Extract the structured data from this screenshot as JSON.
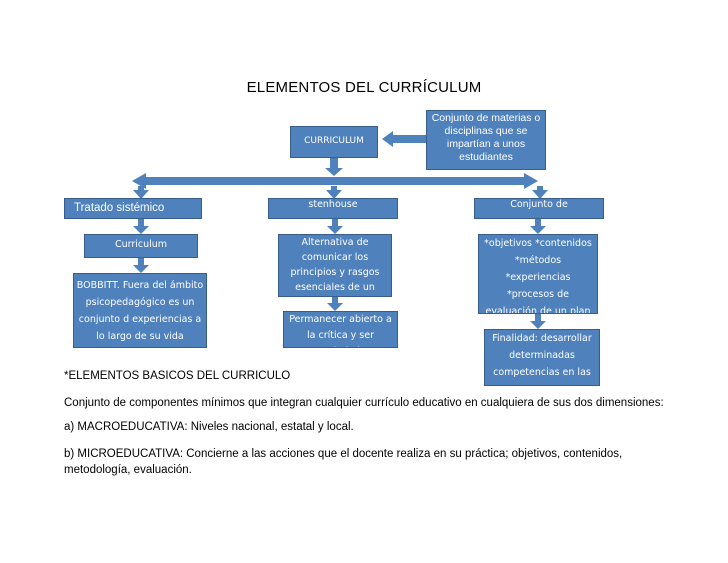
{
  "title": "ELEMENTOS DEL CURRÍCULUM",
  "colors": {
    "box_fill": "#4f81bd",
    "box_border": "#385d8a",
    "arrow": "#4f81bd"
  },
  "diagram": {
    "curriculum": "CURRICULUM",
    "conjunto_materias": "Conjunto de materias o disciplinas que se impartían a unos estudiantes",
    "tratado": "Tratado sistémico",
    "stenhouse": "stenhouse",
    "conjunto_de": "Conjunto de",
    "curriculum_left": "Curriculum",
    "bobbitt": "BOBBITT. Fuera del ámbito psicopedagógico es un conjunto d experiencias a lo largo de su vida (curriculum vitae)",
    "alternativa": "Alternativa de comunicar los principios y rasgos esenciales de un propósito educativo.",
    "permanecer": "Permanecer abierto a la crítica  y ser trasladado eficazmente a la práctica",
    "objetivos": "*objetivos  *contenidos *métodos *experiencias *procesos de evaluación de un plan de trabajo.",
    "finalidad": "Finalidad: desarrollar determinadas competencias en las personas"
  },
  "text": {
    "heading": "*ELEMENTOS BASICOS DEL CURRICULO",
    "p1": "Conjunto de componentes mínimos que integran cualquier currículo educativo en cualquiera de sus dos dimensiones:",
    "p2": "a) MACROEDUCATIVA: Niveles nacional, estatal y local.",
    "p3": "b) MICROEDUCATIVA: Concierne a las acciones que el docente realiza en su práctica; objetivos, contenidos, metodología, evaluación."
  }
}
